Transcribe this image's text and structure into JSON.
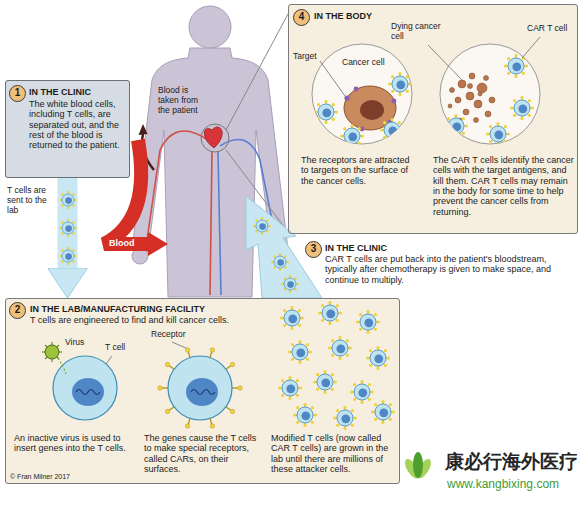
{
  "diagram": {
    "nodes": [
      {
        "text": [
          "1",
          "IN THE CLINIC",
          "The white blood cells, including T cells, are separated out, and the rest of the blood is returned to the patient."
        ]
      },
      {
        "text": [
          "2",
          "IN THE LAB/MANUFACTURING FACILITY",
          "T cells are engineered to find and kill cancer cells.",
          "An inactive virus is used to insert genes into the T cells.",
          "The genes cause the T cells to make special receptors, called CARs, on their surfaces.",
          "Modified T cells (now called CAR T cells) are grown in the lab until there are millions of these attacker cells."
        ]
      },
      {
        "text": [
          "3",
          "IN THE CLINIC",
          "CAR T cells are put back into the patient's bloodstream, typically after chemotherapy is given to make space, and continue to multiply."
        ]
      },
      {
        "text": [
          "4",
          "IN THE BODY",
          "The receptors are attracted to targets on the surface of the cancer cells.",
          "The CAR T cells identify the cancer cells with the target antigens, and kill them. CAR T cells may remain in the body for some time to help prevent the cancer cells from returning."
        ]
      }
    ],
    "edges": [
      {
        "from": 0,
        "to": 1,
        "arrow": "to"
      }
    ],
    "labels": [
      "Blood is taken from the patient",
      "T cells are sent to the lab",
      "Blood",
      "Target",
      "Cancer cell",
      "Dying cancer cell",
      "CAR T cell",
      "Virus",
      "T cell",
      "Receptor",
      "© Fran Milner 2017",
      "康必行海外医疗",
      "www.kangbixing.com"
    ]
  }
}
